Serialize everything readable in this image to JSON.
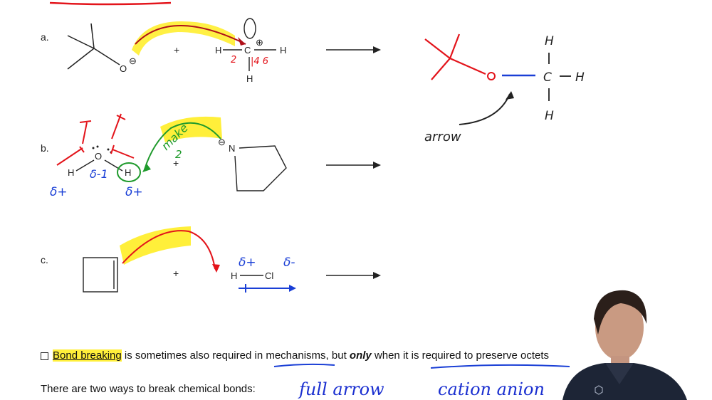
{
  "labels": {
    "a": "a.",
    "b": "b.",
    "c": "c."
  },
  "plus": "+",
  "atoms": {
    "O": "O",
    "N": "N",
    "C": "C",
    "H": "H",
    "Cl": "Cl",
    "minus": "⊖",
    "plus_charge": "⊕"
  },
  "annotations": {
    "a_numbers": "2",
    "a_numbers2": "|4 6",
    "arrow_label": "arrow",
    "make": "make",
    "two": "2",
    "delta_minus": "δ-",
    "delta_minus_one": "δ-1",
    "delta_plus": "δ+",
    "c_delta_plus": "δ+",
    "c_delta_minus": "δ-"
  },
  "bottom": {
    "line1_pre": "Bond breaking",
    "line1_mid": " is sometimes also required ",
    "line1_in": "in mechanisms",
    "line1_but": ", but ",
    "line1_only": "only",
    "line1_rest": " when it is required ",
    "line1_pres": "to preserve octets",
    "line2": "There are two ways to break chemical bonds:",
    "hand1": "full arrow",
    "hand2": "cation  anion"
  },
  "colors": {
    "highlight": "#ffef3a",
    "red": "#e3141b",
    "blue": "#1a3fd6",
    "green": "#1f9a2c",
    "black": "#222222"
  },
  "icons": [
    "checkbox-icon",
    "presenter-video"
  ]
}
